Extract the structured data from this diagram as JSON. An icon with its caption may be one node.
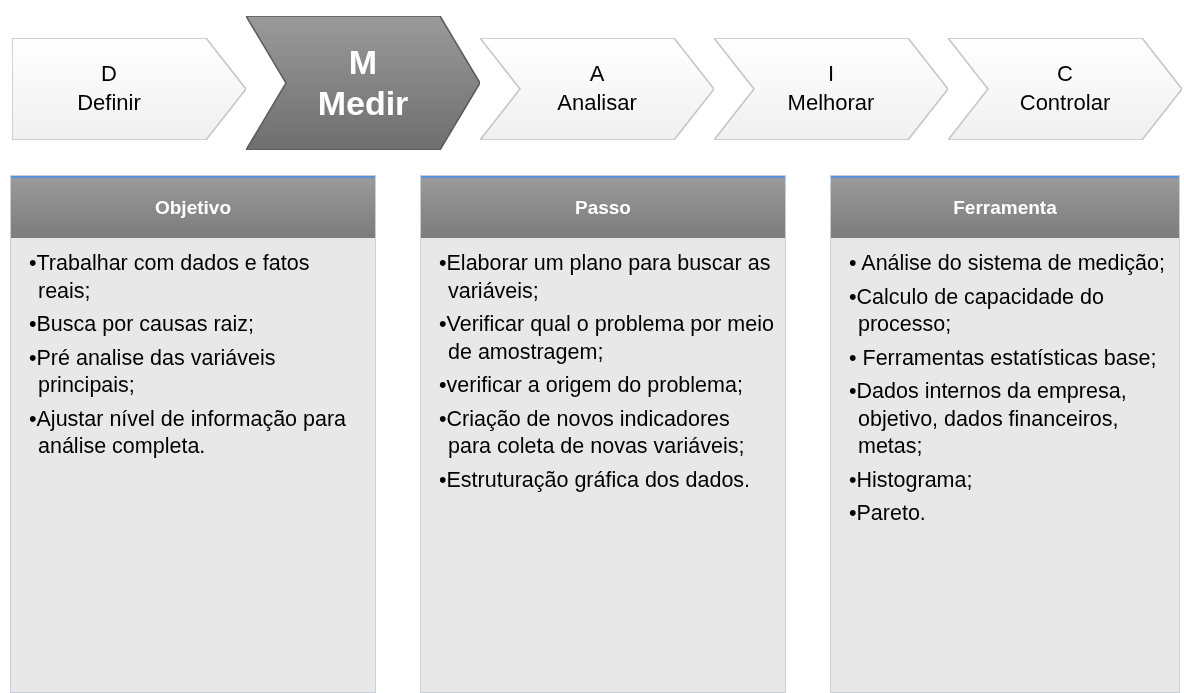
{
  "diagram": {
    "nodes": [
      {
        "text": [
          "D",
          "Definir"
        ]
      },
      {
        "text": [
          "M",
          "Medir"
        ]
      },
      {
        "text": [
          "A",
          "Analisar"
        ]
      },
      {
        "text": [
          "I",
          "Melhorar"
        ]
      },
      {
        "text": [
          "C",
          "Controlar"
        ]
      },
      {
        "text": [
          "Objetivo",
          "•Trabalhar com dados e fatos reais;",
          "•Busca por causas raiz;",
          "•Pré analise das variáveis principais;",
          "•Ajustar nível de informação para análise completa."
        ]
      },
      {
        "text": [
          "Passo",
          "•Elaborar um plano para buscar as variáveis;",
          "•Verificar qual o problema por meio de amostragem;",
          "•verificar a origem do problema;",
          "•Criação de novos indicadores para coleta de novas variáveis;",
          "•Estruturação gráfica dos dados."
        ]
      },
      {
        "text": [
          "Ferramenta",
          "• Análise do sistema de medição;",
          "•Calculo de capacidade do processo;",
          "• Ferramentas estatísticas base;",
          "•Dados internos da empresa, objetivo, dados financeiros, metas;",
          "•Histograma;",
          "•Pareto."
        ]
      }
    ]
  }
}
